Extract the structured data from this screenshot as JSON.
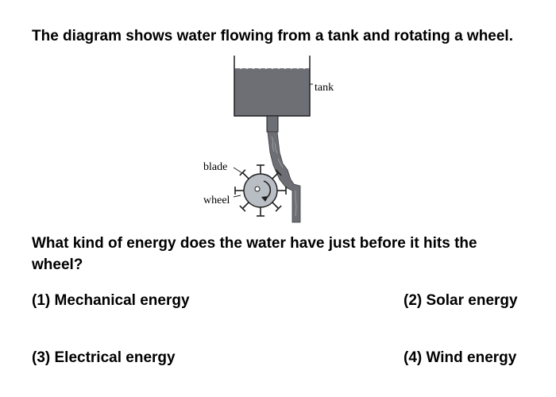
{
  "question": {
    "intro": "The diagram shows water flowing from a tank and rotating a wheel.",
    "prompt": "What kind of energy does the water have just before it hits the wheel?"
  },
  "diagram": {
    "labels": {
      "tank": "tank",
      "blade": "blade",
      "wheel": "wheel"
    },
    "colors": {
      "water": "#6d6f75",
      "wheel": "#b9bdc4",
      "outline": "#1f1f1f"
    }
  },
  "options": [
    {
      "label": "(1) Mechanical energy"
    },
    {
      "label": "(2) Solar energy"
    },
    {
      "label": "(3) Electrical energy"
    },
    {
      "label": "(4) Wind energy"
    }
  ]
}
